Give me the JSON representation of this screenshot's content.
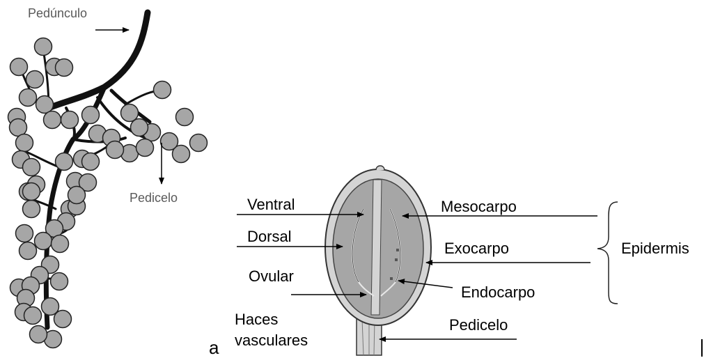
{
  "cluster": {
    "peduncle_label": "Pedúnculo",
    "pedicel_label": "Pedicelo"
  },
  "berry": {
    "panel_letter": "a",
    "labels": {
      "ventral": "Ventral",
      "dorsal": "Dorsal",
      "ovular": "Ovular",
      "vascular_bundles": [
        "Haces",
        "vasculares"
      ],
      "mesocarp": "Mesocarpo",
      "exocarp": "Exocarpo",
      "endocarp": "Endocarpo",
      "epidermis": "Epidermis",
      "pedicel": "Pedicelo"
    }
  },
  "colors": {
    "label_gray": "#595959",
    "berry_fill": "#a6a6a6",
    "skin_fill": "#d4d4d4",
    "stem": "#111111"
  }
}
